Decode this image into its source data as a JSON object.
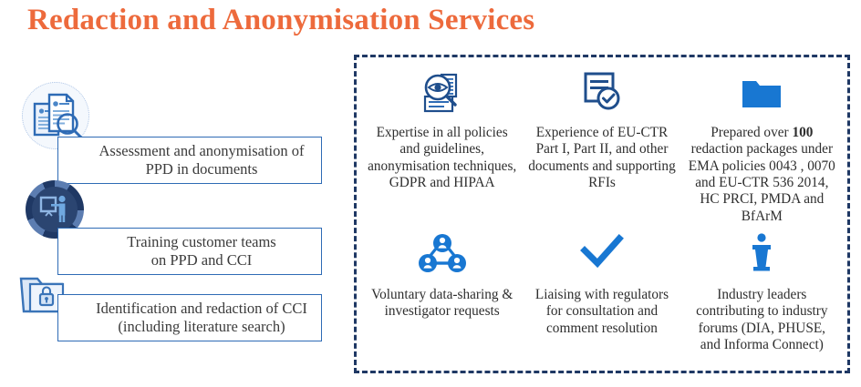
{
  "title": "Redaction and Anonymisation Services",
  "theme": {
    "title_color": "#ED6A3C",
    "panel_border_color": "#1F3864",
    "box_border_color": "#2E6BB5",
    "icon_blue": "#1877D2",
    "icon_dark_blue": "#1F4E8C",
    "navy": "#2B4571",
    "light_blue": "#9DC3E6",
    "body_text_color": "#2E2E2E"
  },
  "left_column": {
    "items": [
      {
        "icon": "documents-search-icon",
        "text_line1": "Assessment and anonymisation of",
        "text_line2": "PPD in documents"
      },
      {
        "icon": "training-presenter-icon",
        "text_line1": "Training customer teams",
        "text_line2": "on PPD and CCI"
      },
      {
        "icon": "folder-lock-icon",
        "text_line1": "Identification and redaction of CCI",
        "text_line2": "(including literature search)"
      }
    ]
  },
  "panel": {
    "cells": [
      {
        "icon": "eye-magnifier-document-icon",
        "text": "Expertise in all policies and guidelines, anonymisation techniques, GDPR and HIPAA"
      },
      {
        "icon": "document-check-icon",
        "text": "Experience of EU-CTR Part I, Part II, and other documents and supporting RFIs"
      },
      {
        "icon": "folder-icon",
        "text_parts": {
          "before": "Prepared over ",
          "bold": "100",
          "after": " redaction packages under EMA policies 0043 , 0070 and EU-CTR 536 2014, HC PRCI, PMDA and BfArM"
        }
      },
      {
        "icon": "people-network-icon",
        "text": "Voluntary data-sharing & investigator requests"
      },
      {
        "icon": "checkmark-icon",
        "text": "Liaising with regulators for consultation and comment resolution"
      },
      {
        "icon": "podium-speaker-icon",
        "text": "Industry leaders contributing to industry forums (DIA, PHUSE, and Informa Connect)"
      }
    ]
  }
}
